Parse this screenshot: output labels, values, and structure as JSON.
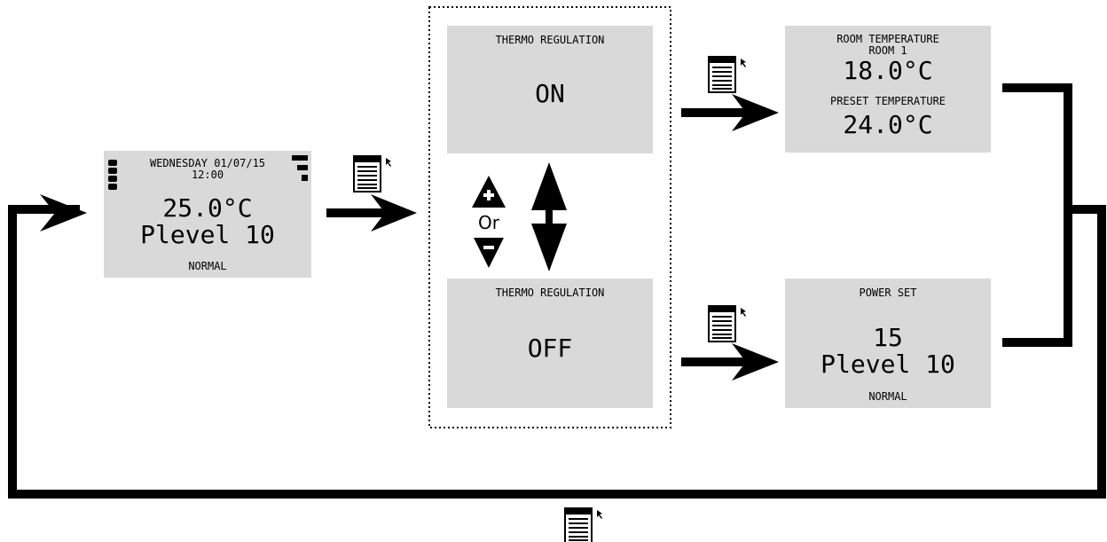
{
  "home_screen": {
    "date_line": "WEDNESDAY 01/07/15",
    "time": "12:00",
    "temperature": "25.0°C",
    "power_level": "Plevel 10",
    "mode": "NORMAL"
  },
  "thermo_on_screen": {
    "title": "THERMO REGULATION",
    "state": "ON"
  },
  "thermo_off_screen": {
    "title": "THERMO REGULATION",
    "state": "OFF"
  },
  "toggle_hint": {
    "or_label": "Or"
  },
  "room_temp_screen": {
    "title": "ROOM TEMPERATURE",
    "room": "ROOM 1",
    "room_temperature": "18.0°C",
    "preset_title": "PRESET TEMPERATURE",
    "preset_temperature": "24.0°C"
  },
  "power_set_screen": {
    "title": "POWER SET",
    "power_value": "15",
    "power_level": "Plevel 10",
    "mode": "NORMAL"
  },
  "icons": [
    "menu-icon",
    "battery-icon",
    "signal-icon",
    "plus-icon",
    "minus-icon",
    "arrow-icon",
    "double-arrow-icon"
  ],
  "colors": {
    "screen_background": "#d9d9d9",
    "lines": "#000000"
  }
}
